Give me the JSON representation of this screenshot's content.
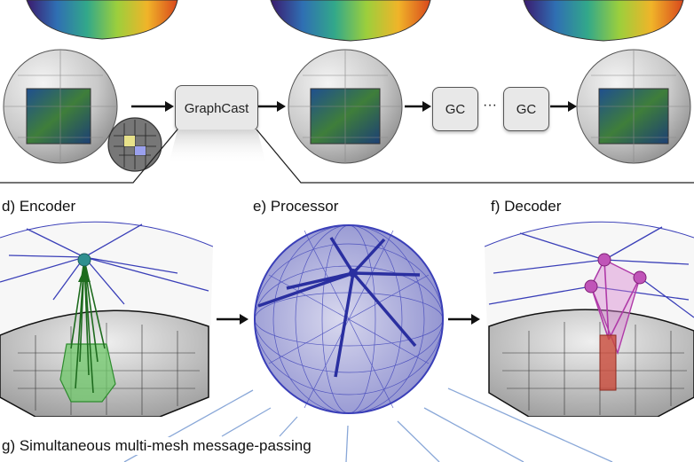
{
  "top": {
    "model_label": "GraphCast",
    "gc_label_1": "GC",
    "gc_label_2": "GC",
    "ellipsis": "···"
  },
  "panels": {
    "encoder": "d)  Encoder",
    "processor": "e)  Processor",
    "decoder": "f)  Decoder"
  },
  "caption": "g)  Simultaneous multi-mesh message-passing",
  "colors": {
    "mesh_blue": "#3a3fb8",
    "encoder_green": "#2e8b2e",
    "decoder_magenta": "#b03aa8",
    "node_teal": "#2f8f8f"
  }
}
